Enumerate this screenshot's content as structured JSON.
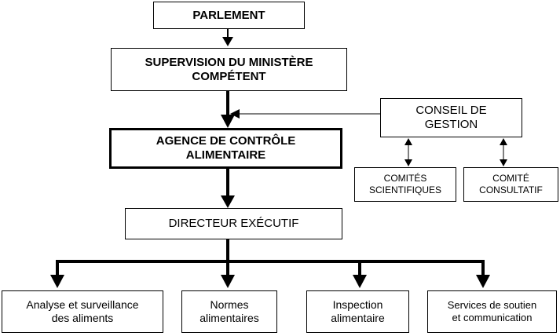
{
  "nodes": {
    "parlement": {
      "lines": [
        "PARLEMENT"
      ]
    },
    "supervision": {
      "lines": [
        "SUPERVISION DU MINISTÈRE",
        "COMPÉTENT"
      ]
    },
    "conseil": {
      "lines": [
        "CONSEIL DE",
        "GESTION"
      ]
    },
    "agence": {
      "lines": [
        "AGENCE DE CONTRÔLE",
        "ALIMENTAIRE"
      ]
    },
    "comites_scientifiques": {
      "lines": [
        "COMITÉS",
        "SCIENTIFIQUES"
      ]
    },
    "comite_consultatif": {
      "lines": [
        "COMITÉ",
        "CONSULTATIF"
      ]
    },
    "directeur": {
      "lines": [
        "DIRECTEUR EXÉCUTIF"
      ]
    },
    "analyse": {
      "lines": [
        "Analyse et surveillance",
        "des aliments"
      ]
    },
    "normes": {
      "lines": [
        "Normes",
        "alimentaires"
      ]
    },
    "inspection": {
      "lines": [
        "Inspection",
        "alimentaire"
      ]
    },
    "services": {
      "lines": [
        "Services de soutien",
        "et communication"
      ]
    }
  }
}
